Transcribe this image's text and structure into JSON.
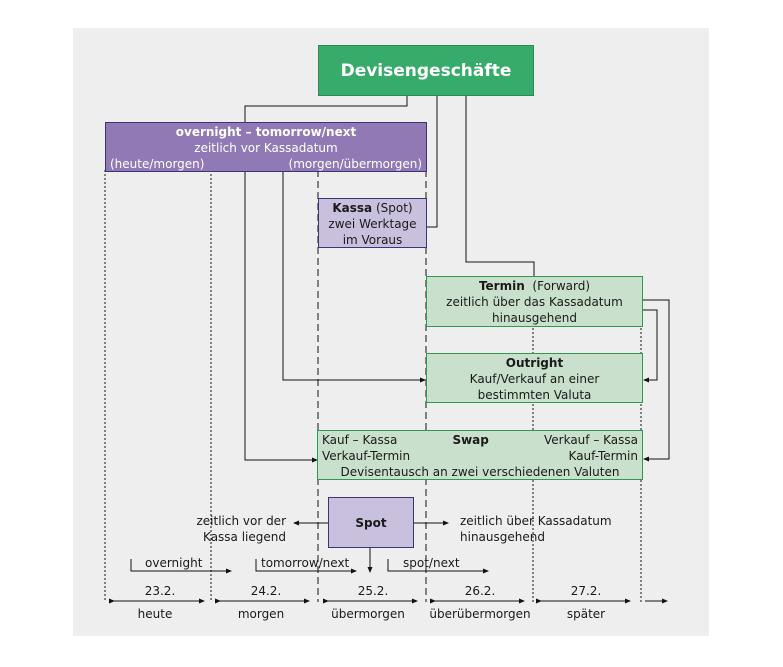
{
  "title": "Devisengeschäfte",
  "overnight_box": {
    "title": "overnight – tomorrow/next",
    "subtitle": "zeitlich vor Kassadatum",
    "left_note": "(heute/morgen)",
    "right_note": "(morgen/übermorgen)"
  },
  "kassa_box": {
    "title": "Kassa",
    "title_suffix": "(Spot)",
    "line2": "zwei Werktage",
    "line3": "im Voraus"
  },
  "termin_box": {
    "title": "Termin",
    "title_suffix": "(Forward)",
    "line2": "zeitlich über das Kassadatum",
    "line3": "hinausgehend"
  },
  "outright_box": {
    "title": "Outright",
    "line2": "Kauf/Verkauf an einer",
    "line3": "bestimmten Valuta"
  },
  "swap_box": {
    "title": "Swap",
    "left_line1": "Kauf – Kassa",
    "left_line2": "Verkauf-Termin",
    "right_line1": "Verkauf – Kassa",
    "right_line2": "Kauf-Termin",
    "bottom": "Devisentausch an zwei verschiedenen Valuten"
  },
  "spot_box": {
    "title": "Spot"
  },
  "spot_left_note": [
    "zeitlich vor der",
    "Kassa liegend"
  ],
  "spot_right_note": [
    "zeitlich über Kassadatum",
    "hinausgehend"
  ],
  "periods": [
    "overnight",
    "tomorrow/next",
    "spot/next"
  ],
  "timeline": [
    {
      "date": "23.2.",
      "label": "heute"
    },
    {
      "date": "24.2.",
      "label": "morgen"
    },
    {
      "date": "25.2.",
      "label": "übermorgen"
    },
    {
      "date": "26.2.",
      "label": "überübermorgen"
    },
    {
      "date": "27.2.",
      "label": "später"
    }
  ],
  "colors": {
    "main_green": "#37ab6a",
    "dark_purple": "#9079b5",
    "light_purple": "#c9c0de",
    "light_green": "#c9e1cc",
    "panel_bg": "#eeeeee"
  }
}
